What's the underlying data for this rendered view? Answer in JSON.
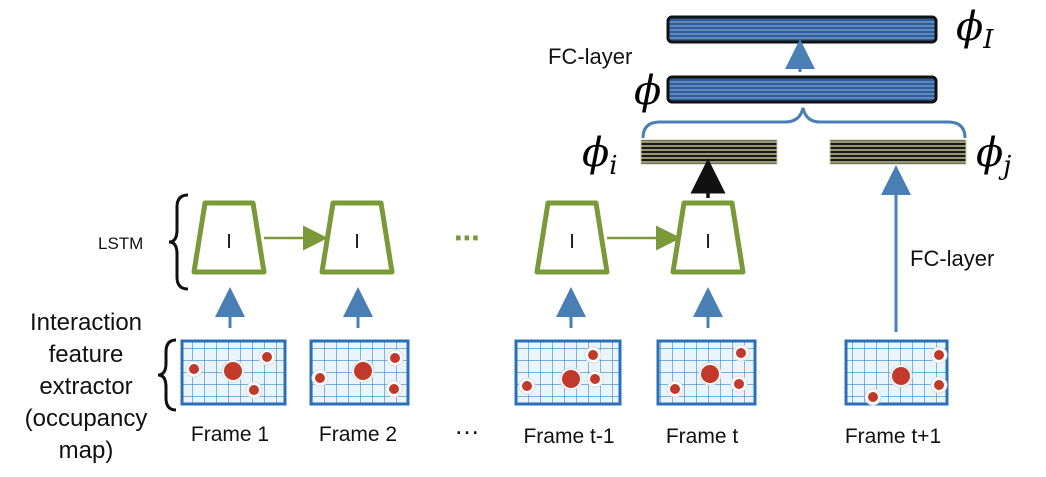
{
  "labels": {
    "lstm": "LSTM",
    "extractor_line1": "Interaction",
    "extractor_line2": "feature",
    "extractor_line3": "extractor",
    "extractor_line4": "(occupancy",
    "extractor_line5": "map)",
    "fc_top": "FC-layer",
    "fc_right": "FC-layer",
    "ellipsis": "⋯",
    "ellipsis_bottom": "…",
    "cell_symbol": "I"
  },
  "symbols": {
    "phi_I": "ϕ",
    "phi_I_sub": "I",
    "phi": "ϕ",
    "phi_i": "ϕ",
    "phi_i_sub": "i",
    "phi_j": "ϕ",
    "phi_j_sub": "j"
  },
  "frames": [
    {
      "label": "Frame 1"
    },
    {
      "label": "Frame 2"
    },
    {
      "label": "Frame t-1"
    },
    {
      "label": "Frame t"
    },
    {
      "label": "Frame t+1"
    }
  ],
  "colors": {
    "lstm_cell": "#7a9a3a",
    "grid_blue": "#2a6fb8",
    "grid_fill": "#eaf4fb",
    "dot_red": "#c0392b",
    "arrow_blue": "#4a7fb5",
    "feature_blue": "#2d5f9a",
    "feature_dark": "#1a1a1a",
    "feature_yellow": "#e8e8b0"
  }
}
